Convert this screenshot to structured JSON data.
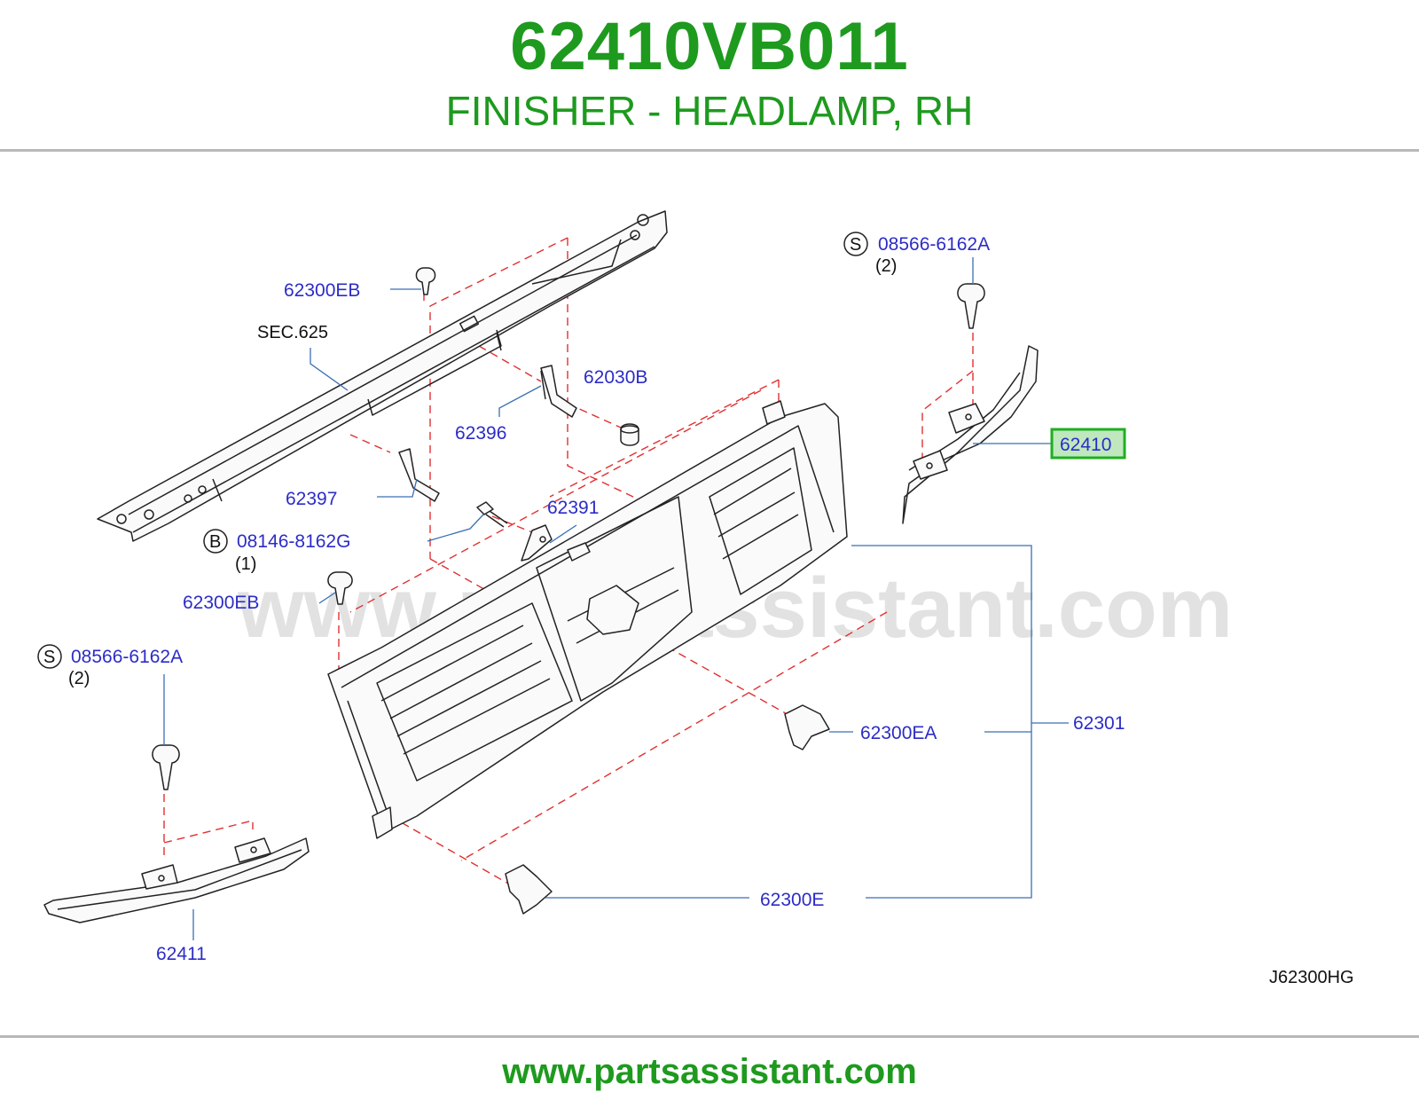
{
  "header": {
    "part_number": "62410VB011",
    "part_description": "FINISHER - HEADLAMP, RH"
  },
  "diagram": {
    "callouts": {
      "c62300EB_top": "62300EB",
      "sec625": "SEC.625",
      "c62030B": "62030B",
      "c62396": "62396",
      "c62397": "62397",
      "c62391": "62391",
      "c08146": "08146-8162G",
      "c08146_qty": "(1)",
      "c08146_prefix": "B",
      "c62300EB_mid": "62300EB",
      "cS_top": "08566-6162A",
      "cS_top_qty": "(2)",
      "cS_top_prefix": "S",
      "c62410": "62410",
      "cS_left": "08566-6162A",
      "cS_left_qty": "(2)",
      "cS_left_prefix": "S",
      "c62300EA": "62300EA",
      "c62301": "62301",
      "c62411": "62411",
      "c62300E": "62300E"
    },
    "diagram_code": "J62300HG",
    "watermark": "www.partsassistant.com",
    "highlight_color": "#1fae1f"
  },
  "footer": {
    "url": "www.partsassistant.com"
  },
  "colors": {
    "brand_green": "#1e9a1e",
    "callout_blue": "#2c2cc8",
    "dash_red": "#e03030"
  }
}
